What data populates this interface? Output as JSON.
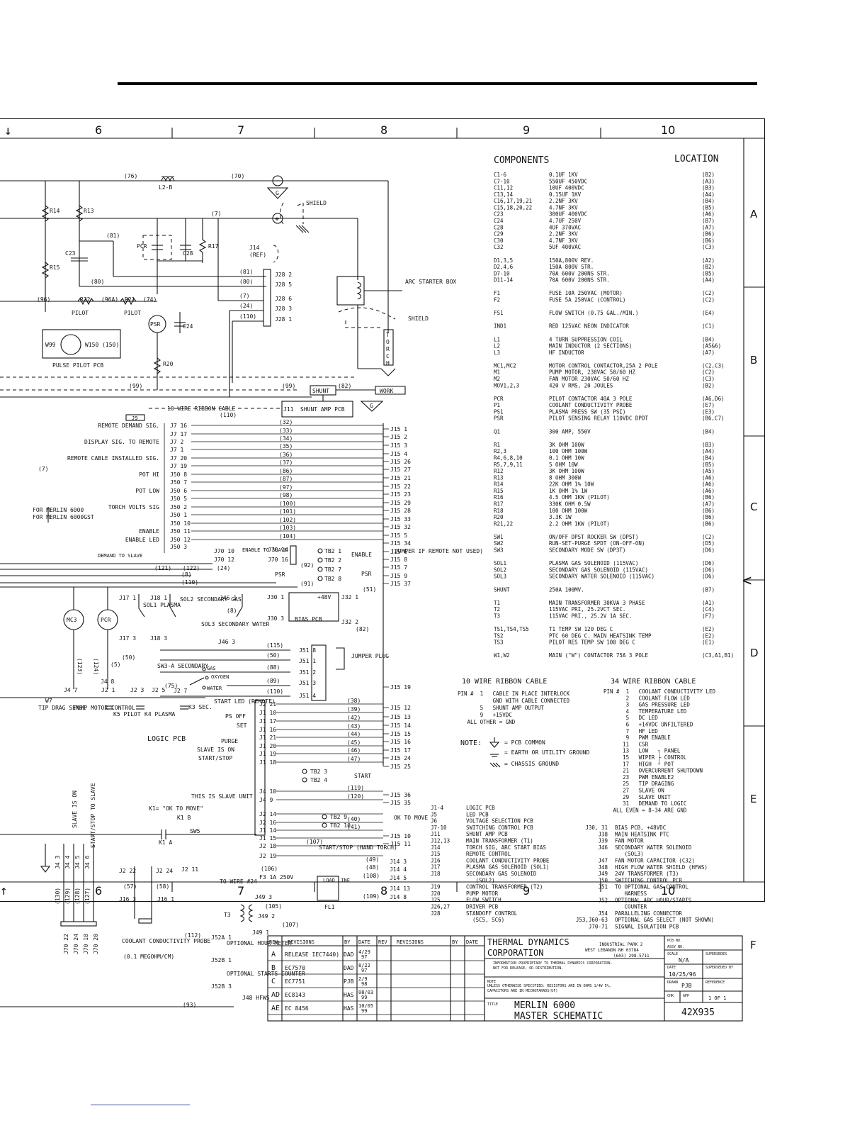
{
  "grid": {
    "columns": [
      "6",
      "7",
      "8",
      "9",
      "10"
    ],
    "rows": [
      "A",
      "B",
      "C",
      "D",
      "E",
      "F"
    ]
  },
  "components": {
    "header": "COMPONENTS",
    "location_header": "LOCATION",
    "rows": [
      [
        "C1-6",
        "0.1UF 1KV",
        "(B2)"
      ],
      [
        "C7-10",
        "550UF 450VDC",
        "(A3)"
      ],
      [
        "C11,12",
        "10UF 400VDC",
        "(B3)"
      ],
      [
        "C13,14",
        "0.15UF 1KV",
        "(A4)"
      ],
      [
        "C16,17,19,21",
        "2.2NF 3KV",
        "(B4)"
      ],
      [
        "C15,18,20,22",
        "4.7NF 3KV",
        "(B5)"
      ],
      [
        "C23",
        "300UF 400VDC",
        "(A6)"
      ],
      [
        "C24",
        "4.7UF 250V",
        "(B7)"
      ],
      [
        "C28",
        "4UF 370VAC",
        "(A7)"
      ],
      [
        "C29",
        "2.2NF 3KV",
        "(B6)"
      ],
      [
        "C30",
        "4.7NF 3KV",
        "(B6)"
      ],
      [
        "C32",
        "5UF 400VAC",
        "(C3)"
      ],
      [
        "",
        "",
        ""
      ],
      [
        "D1,3,5",
        "150A,800V REV.",
        "(A2)"
      ],
      [
        "D2,4,6",
        "150A 800V STR.",
        "(B2)"
      ],
      [
        "D7-10",
        "70A 600V 200NS STR.",
        "(B5)"
      ],
      [
        "D11-14",
        "70A 600V 200NS STR.",
        "(A4)"
      ],
      [
        "",
        "",
        ""
      ],
      [
        "F1",
        "FUSE 10A 250VAC (MOTOR)",
        "(C2)"
      ],
      [
        "F2",
        "FUSE 5A 250VAC (CONTROL)",
        "(C2)"
      ],
      [
        "",
        "",
        ""
      ],
      [
        "FS1",
        "FLOW SWITCH (0.75 GAL./MIN.)",
        "(E4)"
      ],
      [
        "",
        "",
        ""
      ],
      [
        "IND1",
        "RED 125VAC NEON INDICATOR",
        "(C1)"
      ],
      [
        "",
        "",
        ""
      ],
      [
        "L1",
        "4 TURN SUPPRESSION COIL",
        "(B4)"
      ],
      [
        "L2",
        "MAIN INDUCTOR (2 SECTIONS)",
        "(A5&6)"
      ],
      [
        "L3",
        "HF INDUCTOR",
        "(A7)"
      ],
      [
        "",
        "",
        ""
      ],
      [
        "MC1,MC2",
        "MOTOR CONTROL CONTACTOR,25A 2 POLE",
        "(C2,C3)"
      ],
      [
        "M1",
        "PUMP MOTOR, 230VAC 50/60 HZ",
        "(C2)"
      ],
      [
        "M2",
        "FAN MOTOR 230VAC 50/60 HZ",
        "(C3)"
      ],
      [
        "MOV1,2,3",
        "420 V RMS, 20 JOULES",
        "(B2)"
      ],
      [
        "",
        "",
        ""
      ],
      [
        "PCR",
        "PILOT CONTACTOR  40A 3 POLE",
        "(A6,D6)"
      ],
      [
        "P1",
        "COOLANT CONDUCTIVITY PROBE",
        "(E7)"
      ],
      [
        "PS1",
        "PLASMA PRESS SW (35 PSI)",
        "(E3)"
      ],
      [
        "PSR",
        "PILOT SENSING RELAY 110VDC DPDT",
        "(B6,C7)"
      ],
      [
        "",
        "",
        ""
      ],
      [
        "Q1",
        "300 AMP, 550V",
        "(B4)"
      ],
      [
        "",
        "",
        ""
      ],
      [
        "R1",
        "3K OHM 100W",
        "(B3)"
      ],
      [
        "R2,3",
        "100 OHM 100W",
        "(A4)"
      ],
      [
        "R4,6,8,10",
        "0.1 OHM 10W",
        "(B4)"
      ],
      [
        "R5,7,9,11",
        "5 OHM 10W",
        "(B5)"
      ],
      [
        "R12",
        "3K OHM 100W",
        "(A5)"
      ],
      [
        "R13",
        "8 OHM 300W",
        "(A6)"
      ],
      [
        "R14",
        "22K OHM 1% 10W",
        "(A6)"
      ],
      [
        "R15",
        "1K OHM 1% 1W",
        "(A6)"
      ],
      [
        "R16",
        "4.5 OHM 1KW (PILOT)",
        "(B6)"
      ],
      [
        "R17",
        "330K OHM 0.5W",
        "(A7)"
      ],
      [
        "R18",
        "100 OHM 100W",
        "(B6)"
      ],
      [
        "R20",
        "3.3K 1W",
        "(B6)"
      ],
      [
        "R21,22",
        "2.2 OHM 1KW (PILOT)",
        "(B6)"
      ],
      [
        "",
        "",
        ""
      ],
      [
        "SW1",
        "ON/OFF DPST ROCKER SW (DPST)",
        "(C2)"
      ],
      [
        "SW2",
        "RUN-SET-PURGE SPDT (ON-OFF-ON)",
        "(D5)"
      ],
      [
        "SW3",
        "SECONDARY MODE SW (DP3T)",
        "(D6)"
      ],
      [
        "",
        "",
        ""
      ],
      [
        "SOL1",
        "PLASMA GAS SOLENOID    (115VAC)",
        "(D6)"
      ],
      [
        "SOL2",
        "SECONDARY GAS SOLENOID  (115VAC)",
        "(D6)"
      ],
      [
        "SOL3",
        "SECONDARY WATER SOLENOID (115VAC)",
        "(D6)"
      ],
      [
        "",
        "",
        ""
      ],
      [
        "SHUNT",
        "250A 100MV.",
        "(B7)"
      ],
      [
        "",
        "",
        ""
      ],
      [
        "T1",
        "MAIN TRANSFORMER 30KVA  3 PHASE",
        "(A1)"
      ],
      [
        "T2",
        "115VAC PRI, 25.2VCT SEC.",
        "(C4)"
      ],
      [
        "T3",
        "115VAC PRI., 25.2V 1A SEC.",
        "(F7)"
      ],
      [
        "",
        "",
        ""
      ],
      [
        "TS1,TS4,TS5",
        "T1 TEMP SW 120 DEG C",
        "(E2)"
      ],
      [
        "TS2",
        "PTC 60 DEG C. MAIN HEATSINK TEMP",
        "(E2)"
      ],
      [
        "TS3",
        "PILOT RES TEMP SW 100 DEG C",
        "(E1)"
      ],
      [
        "",
        "",
        ""
      ],
      [
        "W1,W2",
        "MAIN (\"W\") CONTACTOR      75A 3 POLE",
        "(C3,A1,B1)"
      ]
    ]
  },
  "ten_wire": {
    "title": "10 WIRE RIBBON CABLE",
    "lines": [
      "PIN #  1   CABLE IN PLACE INTERLOCK",
      "           GND WITH CABLE CONNECTED",
      "       5   SHUNT AMP OUTPUT",
      "       9   +15VDC",
      "   ALL OTHER = GND"
    ]
  },
  "thirty_four_wire": {
    "title": "34 WIRE RIBBON CABLE",
    "lines": [
      "PIN #  1   COOLANT CONDUCTIVITY LED",
      "       2   COOLANT FLOW LED",
      "       3   GAS PRESSURE LED",
      "       4   TEMPERATURE LED",
      "       5   DC LED",
      "       6   +14VDC UNFILTERED",
      "       7   HF LED",
      "       9   PWM ENABLE",
      "      11   CSR",
      "      13   LOW   ┐ PANEL",
      "      15   WIPER ├ CONTROL",
      "      17   HIGH  ┘ POT",
      "      21   OVERCURRENT SHUTDOWN",
      "      23   PWM ENABLE2",
      "      25   TIP DRAGING",
      "      27   SLAVE ON",
      "      29   SLAVE UNIT",
      "      31   DEMAND TO LOGIC",
      "   ALL EVEN = 8-34 ARE GND"
    ]
  },
  "note": {
    "label": "NOTE:",
    "lines": [
      "= PCB COMMON",
      "= EARTH OR UTILITY GROUND",
      "= CHASSIS GROUND"
    ]
  },
  "connectors": {
    "left": [
      [
        "J1-4",
        "LOGIC PCB"
      ],
      [
        "J5",
        "LED PCB"
      ],
      [
        "J6",
        "VOLTAGE SELECTION PCB"
      ],
      [
        "J7-10",
        "SWITCHING CONTROL PCB"
      ],
      [
        "J11",
        "SHUNT AMP PCB"
      ],
      [
        "J12,13",
        "MAIN TRANSFORMER (T1)"
      ],
      [
        "J14",
        "TORCH SIG, ARC START BIAS"
      ],
      [
        "J15",
        "REMOTE CONTROL"
      ],
      [
        "J16",
        "COOLANT CONDUCTIVITY PROBE"
      ],
      [
        "J17",
        "PLASMA GAS SOLENOID (SOL1)"
      ],
      [
        "J18",
        "SECONDARY GAS SOLENOID"
      ],
      [
        "",
        "   (SOL2)"
      ],
      [
        "J19",
        "CONTROL TRANSFORMER (T2)"
      ],
      [
        "J20",
        "PUMP MOTOR"
      ],
      [
        "J25",
        "FLOW SWITCH"
      ],
      [
        "J26,27",
        "DRIVER PCB"
      ],
      [
        "J28",
        "STANDOFF CONTROL"
      ],
      [
        "",
        "  (SC5, SC6)"
      ]
    ],
    "right": [
      [
        "J30, 31",
        "BIAS PCB, +48VDC"
      ],
      [
        "J38",
        "MAIN HEATSINK PTC"
      ],
      [
        "J39",
        "FAN MOTOR"
      ],
      [
        "J46",
        "SECONDARY WATER SOLENOID"
      ],
      [
        "",
        "   (SOL3)"
      ],
      [
        "J47",
        "FAN MOTOR CAPACITOR (C32)"
      ],
      [
        "J48",
        "HIGH FLOW WATER SHIELD (HFWS)"
      ],
      [
        "J49",
        "24V TRANSFORMER (T3)"
      ],
      [
        "J50",
        "SWITCHING CONTROL PCB"
      ],
      [
        "J51",
        "TO OPTIONAL GAS CONTROL"
      ],
      [
        "",
        "   HARNESS"
      ],
      [
        "J52",
        "OPTIONAL ARC HOUR/STARTS"
      ],
      [
        "",
        "   COUNTER"
      ],
      [
        "J54",
        "PARALLELING CONNECTOR"
      ],
      [
        "J53,J60-63",
        "OPTIONAL GAS SELECT (NOT SHOWN)"
      ],
      [
        "J70-71",
        "SIGNAL ISOLATION PCB"
      ]
    ]
  },
  "revisions": {
    "headers": [
      "REV",
      "REVISIONS",
      "BY",
      "DATE",
      "REV",
      "REVISIONS",
      "BY",
      "DATE"
    ],
    "rows": [
      [
        "A",
        "RELEASE IEC7440)",
        "DAD",
        "4/29 97"
      ],
      [
        "B",
        "EC7570",
        "DAD",
        "8/22 97"
      ],
      [
        "C",
        "EC7751",
        "PJB",
        "2/9 98"
      ],
      [
        "AD",
        "EC8143",
        "HAS",
        "08/03 99"
      ],
      [
        "AE",
        "EC 8456",
        "HAS",
        "10/05 99"
      ]
    ]
  },
  "title_block": {
    "company_line1": "THERMAL  DYNAMICS",
    "company_line2": "CORPORATION",
    "address1": "INDUSTRIAL PARK 2",
    "address2": "WEST LEBANON NH 03784",
    "phone": "(603) 298-5711",
    "proprietary": "INFORMATION PROPRIETARY TO THERMAL DYNAMICS CORPORATION. NOT FOR RELEASE, OR DISTRIBUTION.",
    "note_label": "NOTE",
    "note": "UNLESS OTHERWISE SPECIFIED: RESISTORS ARE IN OHMS 1/4W 5%, CAPACITORS ARE IN MICROFARADS(UF)",
    "title_label": "TITLE",
    "title1": "MERLIN 6000",
    "title2": "MASTER SCHEMATIC",
    "pcb_no_label": "PCB NO.",
    "assy_no_label": "ASSY NO.",
    "scale_label": "SCALE",
    "scale": "N/A",
    "supersedes_label": "SUPERSEDES",
    "date_label": "DATE",
    "date": "10/25/96",
    "superseded_by_label": "SUPERSEDED BY",
    "drawn_label": "DRAWN",
    "drawn": "PJB",
    "reference_label": "REFERENCE",
    "chk_label": "CHK",
    "app_label": "APP",
    "sheet": "1  OF  1",
    "drawing_number": "42X935"
  },
  "j15_pins": [
    "J15 1",
    "J15 2",
    "J15 3",
    "J15 4",
    "J15 26",
    "J15 27",
    "J15 21",
    "J15 22",
    "J15 23",
    "J15 29",
    "J15 28",
    "J15 33",
    "J15 32",
    "J15 5",
    "J15 34",
    "J15 6",
    "J15 8",
    "J15 7",
    "J15 9",
    "J15 37",
    "J15 19",
    "J15 12",
    "J15 13",
    "J15 14",
    "J15 15",
    "J15 16",
    "J15 17",
    "J15 24",
    "J15 25",
    "J15 36",
    "J15 35",
    "J15 10",
    "J15 11"
  ],
  "wire_numbers": [
    "(32)",
    "(33)",
    "(34)",
    "(35)",
    "(36)",
    "(37)",
    "(86)",
    "(87)",
    "(97)",
    "(98)",
    "(100)",
    "(101)",
    "(102)",
    "(103)",
    "(104)"
  ],
  "left_labels": [
    [
      "J7 16",
      "REMOTE DEMAND SIG."
    ],
    [
      "J7 17",
      ""
    ],
    [
      "J7 2",
      "DISPLAY SIG. TO REMOTE"
    ],
    [
      "J7 1",
      ""
    ],
    [
      "J7 20",
      "REMOTE CABLE INSTALLED SIG."
    ],
    [
      "J7 19",
      ""
    ],
    [
      "J50 8",
      "POT HI"
    ],
    [
      "J50 7",
      ""
    ],
    [
      "J50 6",
      "POT LOW"
    ],
    [
      "J50 5",
      ""
    ],
    [
      "J50 2",
      "TORCH VOLTS SIG"
    ],
    [
      "J50 1",
      ""
    ],
    [
      "J50 10",
      ""
    ],
    [
      "J50 11",
      "ENABLE"
    ],
    [
      "J50 12",
      "ENABLE LED"
    ]
  ],
  "labels": {
    "shield": "SHIELD",
    "arc_starter": "ARC STARTER BOX",
    "torch": "TORCH",
    "work": "WORK",
    "shunt": "SHUNT",
    "shunt_amp": "SHUNT AMP PCB",
    "ribbon": "10 WIRE RIBBON CABLE",
    "pulse_pilot": "PULSE PILOT PCB",
    "bias_pcb": "BIAS PCB",
    "logic_pcb": "LOGIC PCB",
    "jumper_plug": "JUMPER PLUG",
    "jumper_remote": "(JUMPER IF REMOTE NOT USED)",
    "for_merlin": "FOR MERLIN 6000",
    "for_merlin_gst": "FOR MERLIN 6000GST",
    "demand_to_slave": "DEMAND TO SLAVE",
    "enable_j70": "ENABLE TO SLAVE",
    "enable": "ENABLE",
    "psr": "PSR",
    "plus48": "+48V",
    "ok_to_move": "OK TO MOVE",
    "start": "START",
    "start_stop": "START/STOP (HAND TORCH)",
    "load_line": "LOAD LINE",
    "fl1": "FL1",
    "to_wire": "TO WIRE #24",
    "f3": "F3 1A 250V",
    "t3": "T3",
    "coolant_probe": "COOLANT CONDUCTIVITY PROBE",
    "megohm": "(0.1 MEGOHM/CM)",
    "optional_hour": "OPTIONAL HOUR METER",
    "optional_starts": "OPTIONAL STARTS COUNTER",
    "hfws": "J48 HFWS",
    "sol1": "SOL1 PLASMA",
    "sol2": "SOL2 SECONDARY GAS",
    "sol3": "SOL3 SECONDARY WATER",
    "sw3a": "SW3-A SECONDARY",
    "gas": "GAS",
    "oxygen": "OXYGEN",
    "water": "WATER",
    "start_led": "START LED (REMOTE)",
    "ps_off": "PS OFF",
    "set": "SET",
    "purge": "PURGE",
    "slave_on": "SLAVE IS ON",
    "start_stop2": "START/STOP",
    "this_is_slave": "THIS IS SLAVE UNIT",
    "k1_ok": "K1= \"OK TO MOVE\"",
    "tip_drag": "TIP DRAG SENSE",
    "pump_motor": "PUMP MOTOR CONTROL",
    "k5_pilot": "K5 PILOT",
    "k4_plasma": "K4 PLASMA",
    "k3_sec": "K3 SEC.",
    "pilot1": "PILOT",
    "pilot2": "PILOT",
    "slave_is_on_v": "SLAVE IS ON",
    "start_stop_slave_v": "START/STOP TO SLAVE"
  }
}
